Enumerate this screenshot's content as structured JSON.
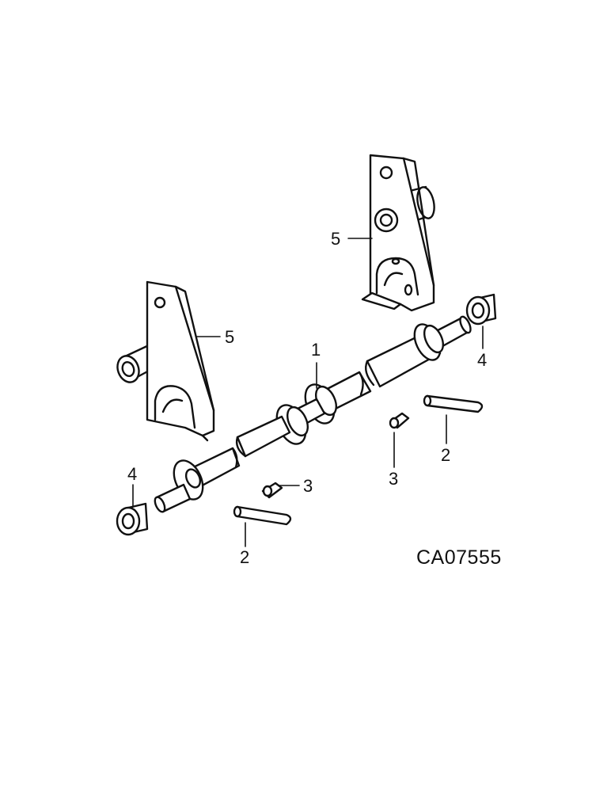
{
  "callouts": {
    "shaft": "1",
    "pin_left": "2",
    "pin_right": "2",
    "clip_left": "3",
    "clip_right": "3",
    "collar_left": "4",
    "collar_right": "4",
    "bracket_left": "5",
    "bracket_right": "5"
  },
  "figure_code": "CA07555"
}
